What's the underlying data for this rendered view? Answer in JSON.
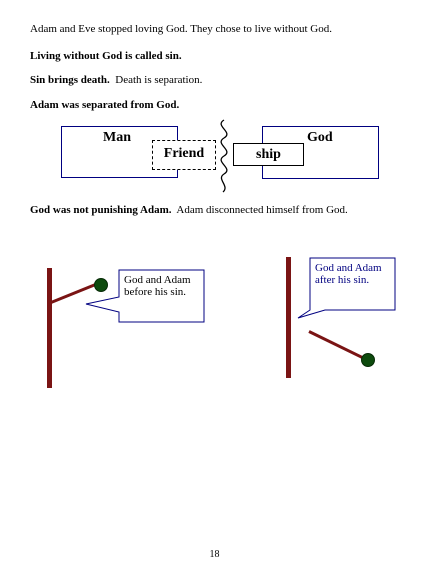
{
  "paragraphs": {
    "p1": "Adam and Eve stopped loving God.  They chose to live without God.",
    "p2_bold": "Living without God is called sin.",
    "p3_bold": "Sin brings death.",
    "p3_rest": "  Death is separation.",
    "p4_bold": "Adam was separated from God.",
    "p5_bold": "God was not punishing Adam.",
    "p5_rest": "  Adam disconnected himself from God."
  },
  "diagram": {
    "man_label": "Man",
    "god_label": "God",
    "friend_piece": "Friend",
    "ship_piece": "ship"
  },
  "callouts": {
    "before": [
      "God and Adam",
      "before his sin."
    ],
    "after": [
      "God and Adam",
      "after his sin."
    ]
  },
  "colors": {
    "box_border": "#000080",
    "pole": "#7a1414",
    "ball": "#0d4a0d",
    "after_text": "#000080"
  },
  "page_number": "18"
}
